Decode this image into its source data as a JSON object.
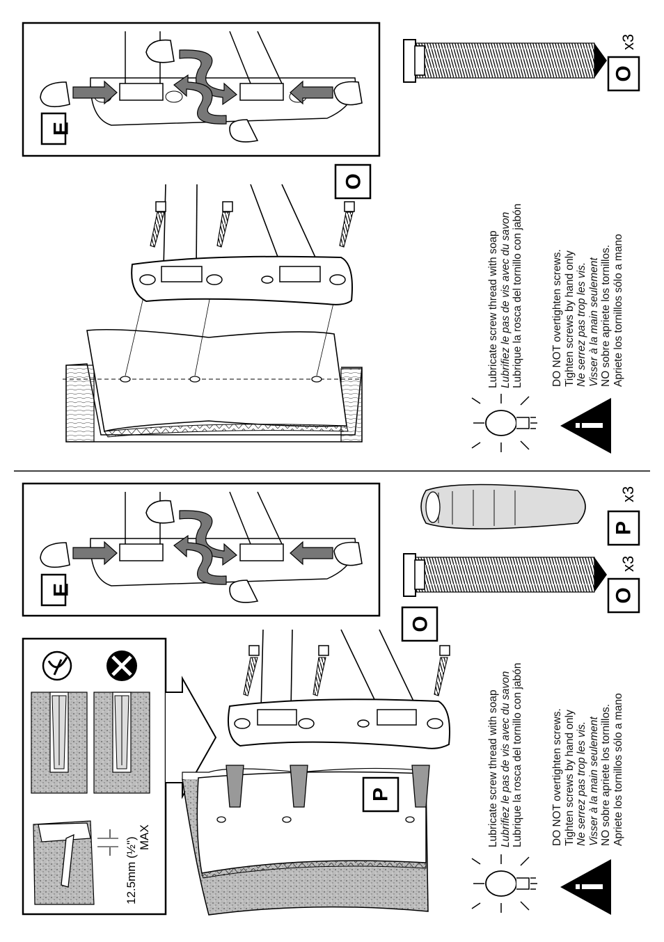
{
  "top": {
    "inset_label": "E",
    "step_label": "O",
    "screw_label": "O",
    "screw_qty": "x3",
    "lubricate": [
      "Lubricate screw thread with soap",
      "Lubrifiez le pas de vis avec du savon",
      "Lubrique la rosca del  tornillo con jabón"
    ],
    "warning": [
      "DO NOT overtighten screws.",
      "Tighten screws by hand only",
      "Ne serrez pas trop les vis.",
      "Visser à la main seulement",
      "NO sobre apriete los tornillos.",
      "Apriete los tornillos sólo a mano"
    ]
  },
  "bottom": {
    "inset_label": "E",
    "step_label": "O",
    "anchor_label": "P",
    "screw_label": "O",
    "screw_qty": "x3",
    "anchor_part_label": "P",
    "anchor_qty": "x3",
    "depth_value": "12.5mm (½\")",
    "depth_max": "MAX",
    "lubricate": [
      "Lubricate screw thread with soap",
      "Lubrifiez le pas de vis avec du savon",
      "Lubrique la rosca del  tornillo con jabón"
    ],
    "warning": [
      "DO NOT overtighten screws.",
      "Tighten screws by hand only",
      "Ne serrez pas trop les vis.",
      "Visser à la main seulement",
      "NO sobre apriete los tornillos.",
      "Apriete los tornillos sólo a mano"
    ]
  }
}
